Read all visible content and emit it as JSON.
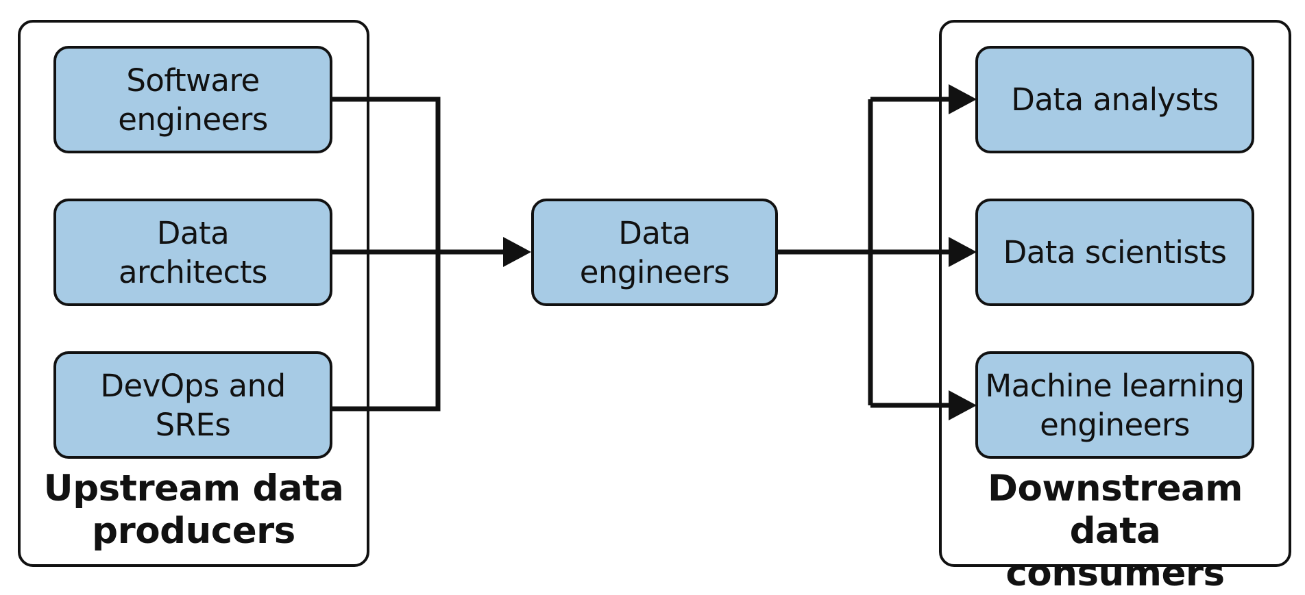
{
  "upstream": {
    "label": "Upstream data\nproducers",
    "roles": [
      "Software\nengineers",
      "Data\narchitects",
      "DevOps and\nSREs"
    ]
  },
  "center": {
    "label": "Data\nengineers"
  },
  "downstream": {
    "label": "Downstream data\nconsumers",
    "roles": [
      "Data analysts",
      "Data scientists",
      "Machine learning\nengineers"
    ]
  },
  "colors": {
    "box_fill": "#a7cbe5",
    "stroke": "#111111"
  }
}
